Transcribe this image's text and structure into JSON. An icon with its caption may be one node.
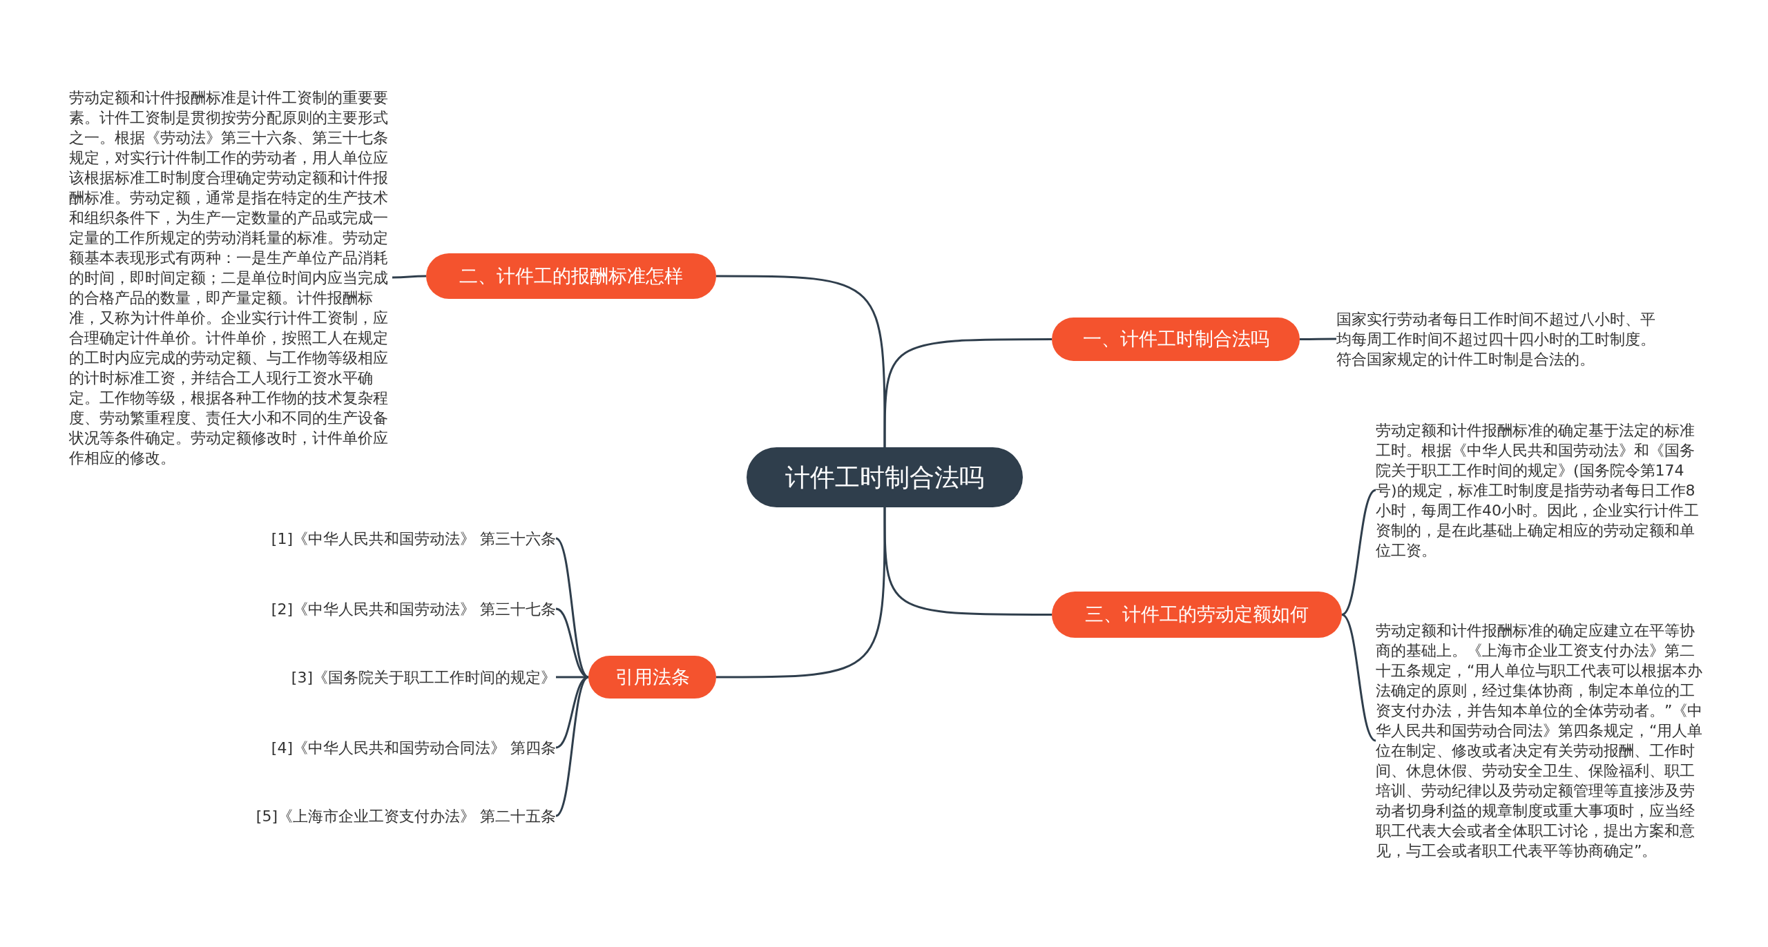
{
  "diagram": {
    "nodes": [
      {
        "text": [
          "计件工时制合法吗"
        ]
      },
      {
        "text": [
          "一、计件工时制合法吗"
        ]
      },
      {
        "text": [
          "国家实行劳动者每日工作时间不超过八小时、平均每周工作时间不超过四十四小时的工时制度。符合国家规定的计件工时制是合法的。"
        ]
      },
      {
        "text": [
          "二、计件工的报酬标准怎样"
        ]
      },
      {
        "text": [
          "劳动定额和计件报酬标准是计件工资制的重要要素。计件工资制是贯彻按劳分配原则的主要形式之一。根据《劳动法》第三十六条、第三十七条规定，对实行计件制工作的劳动者，用人单位应该根据标准工时制度合理确定劳动定额和计件报酬标准。劳动定额，通常是指在特定的生产技术和组织条件下，为生产一定数量的产品或完成一定量的工作所规定的劳动消耗量的标准。劳动定额基本表现形式有两种：一是生产单位产品消耗的时间，即时间定额；二是单位时间内应当完成的合格产品的数量，即产量定额。计件报酬标准，又称为计件单价。企业实行计件工资制，应合理确定计件单价。计件单价，按照工人在规定的工时内应完成的劳动定额、与工作物等级相应的计时标准工资，并结合工人现行工资水平确定。工作物等级，根据各种工作物的技术复杂程度、劳动繁重程度、责任大小和不同的生产设备状况等条件确定。劳动定额修改时，计件单价应作相应的修改。"
        ]
      },
      {
        "text": [
          "三、计件工的劳动定额如何"
        ]
      },
      {
        "text": [
          "劳动定额和计件报酬标准的确定基于法定的标准工时。根据《中华人民共和国劳动法》和《国务院关于职工工作时间的规定》(国务院令第174号)的规定，标准工时制度是指劳动者每日工作8小时，每周工作40小时。因此，企业实行计件工资制的，是在此基础上确定相应的劳动定额和单位工资。"
        ]
      },
      {
        "text": [
          "劳动定额和计件报酬标准的确定应建立在平等协商的基础上。《上海市企业工资支付办法》第二十五条规定，“用人单位与职工代表可以根据本办法确定的原则，经过集体协商，制定本单位的工资支付办法，并告知本单位的全体劳动者。”《中华人民共和国劳动合同法》第四条规定，“用人单位在制定、修改或者决定有关劳动报酬、工作时间、休息休假、劳动安全卫生、保险福利、职工培训、劳动纪律以及劳动定额管理等直接涉及劳动者切身利益的规章制度或重大事项时，应当经职工代表大会或者全体职工讨论，提出方案和意见，与工会或者职工代表平等协商确定”。"
        ]
      },
      {
        "text": [
          "引用法条"
        ]
      },
      {
        "text": [
          "[1]《中华人民共和国劳动法》 第三十六条"
        ]
      },
      {
        "text": [
          "[2]《中华人民共和国劳动法》 第三十七条"
        ]
      },
      {
        "text": [
          "[3]《国务院关于职工工作时间的规定》"
        ]
      },
      {
        "text": [
          "[4]《中华人民共和国劳动合同法》 第四条"
        ]
      },
      {
        "text": [
          "[5]《上海市企业工资支付办法》 第二十五条"
        ]
      }
    ],
    "edges": [
      {
        "from": 0,
        "to": 1,
        "arrow": "none"
      },
      {
        "from": 1,
        "to": 2,
        "arrow": "none"
      },
      {
        "from": 0,
        "to": 3,
        "arrow": "none"
      },
      {
        "from": 3,
        "to": 4,
        "arrow": "none"
      },
      {
        "from": 0,
        "to": 5,
        "arrow": "none"
      },
      {
        "from": 5,
        "to": 6,
        "arrow": "none"
      },
      {
        "from": 5,
        "to": 7,
        "arrow": "none"
      },
      {
        "from": 0,
        "to": 8,
        "arrow": "none"
      },
      {
        "from": 8,
        "to": 9,
        "arrow": "none"
      },
      {
        "from": 8,
        "to": 10,
        "arrow": "none"
      },
      {
        "from": 8,
        "to": 11,
        "arrow": "none"
      },
      {
        "from": 8,
        "to": 12,
        "arrow": "none"
      },
      {
        "from": 8,
        "to": 13,
        "arrow": "none"
      }
    ]
  }
}
